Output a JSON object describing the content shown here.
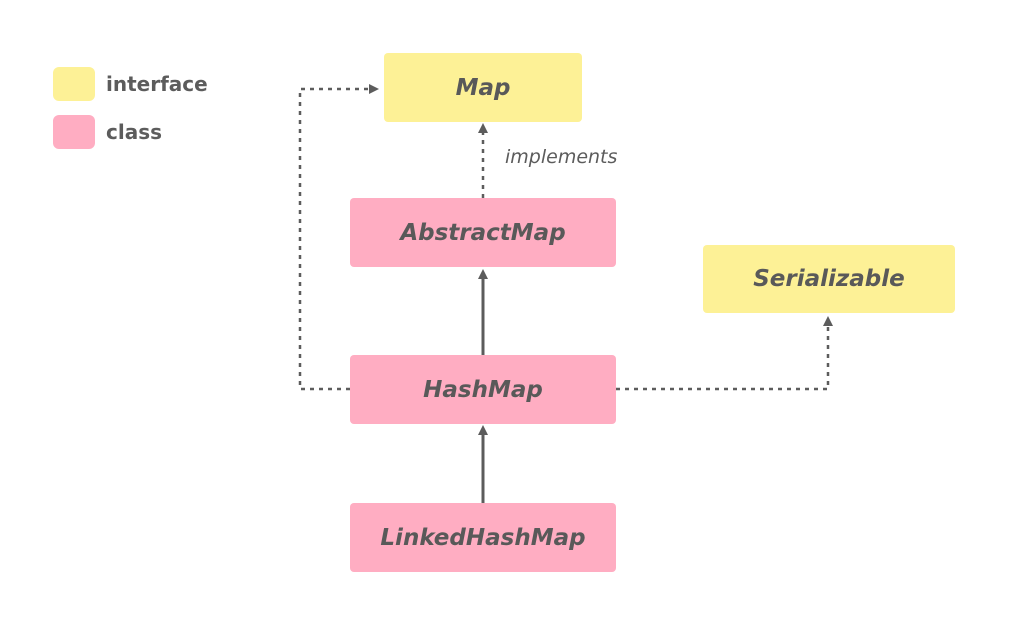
{
  "colors": {
    "interface": "#fdf196",
    "class": "#ffadc2",
    "edge": "#5c5c5c",
    "text": "#595959"
  },
  "legend": {
    "interface_label": "interface",
    "class_label": "class"
  },
  "nodes": {
    "map": "Map",
    "abstract_map": "AbstractMap",
    "serializable": "Serializable",
    "hash_map": "HashMap",
    "linked_hash_map": "LinkedHashMap"
  },
  "edge_labels": {
    "implements": "implements"
  }
}
